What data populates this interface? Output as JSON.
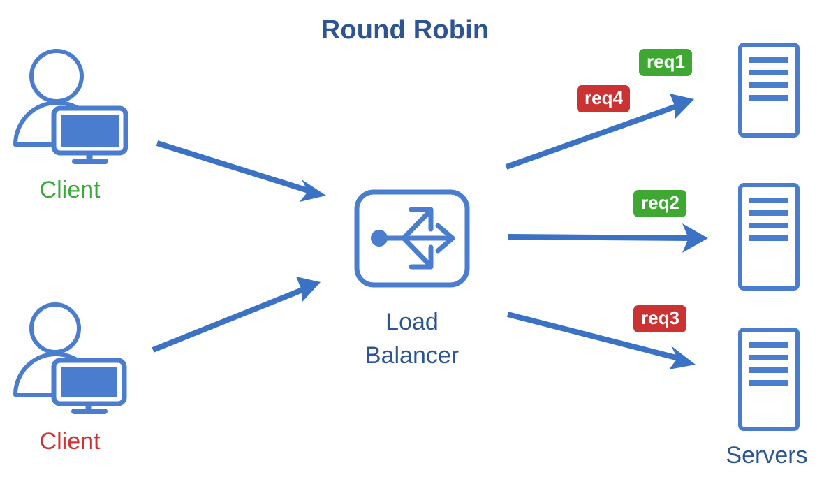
{
  "diagram": {
    "title": "Round Robin",
    "type": "load-balancing-architecture",
    "colors": {
      "title": "#2d5596",
      "icon_blue": "#4a7dce",
      "arrow_blue": "#3b72c4",
      "label_blue": "#2d5596",
      "green": "#3ea832",
      "red": "#cb3232",
      "client_label_1": "#3aa93a",
      "client_label_2": "#cf3333",
      "background": "#ffffff"
    }
  },
  "clients": [
    {
      "label": "Client",
      "color": "#3aa93a",
      "icon": "user-with-monitor-icon"
    },
    {
      "label": "Client",
      "color": "#cf3333",
      "icon": "user-with-monitor-icon"
    }
  ],
  "load_balancer": {
    "label_line1": "Load",
    "label_line2": "Balancer",
    "icon": "branch-split-icon"
  },
  "servers": {
    "group_label": "Servers",
    "count": 3,
    "items": [
      {
        "name": "server-1",
        "icon": "server-rack-icon"
      },
      {
        "name": "server-2",
        "icon": "server-rack-icon"
      },
      {
        "name": "server-3",
        "icon": "server-rack-icon"
      }
    ]
  },
  "requests": [
    {
      "label": "req1",
      "color": "green",
      "target": "server-1"
    },
    {
      "label": "req4",
      "color": "red",
      "target": "server-1"
    },
    {
      "label": "req2",
      "color": "green",
      "target": "server-2"
    },
    {
      "label": "req3",
      "color": "red",
      "target": "server-3"
    }
  ],
  "connections": [
    {
      "name": "client-1-to-load-balancer",
      "from": "client-1",
      "to": "load-balancer"
    },
    {
      "name": "client-2-to-load-balancer",
      "from": "client-2",
      "to": "load-balancer"
    },
    {
      "name": "load-balancer-to-server-1",
      "from": "load-balancer",
      "to": "server-1"
    },
    {
      "name": "load-balancer-to-server-2",
      "from": "load-balancer",
      "to": "server-2"
    },
    {
      "name": "load-balancer-to-server-3",
      "from": "load-balancer",
      "to": "server-3"
    }
  ]
}
